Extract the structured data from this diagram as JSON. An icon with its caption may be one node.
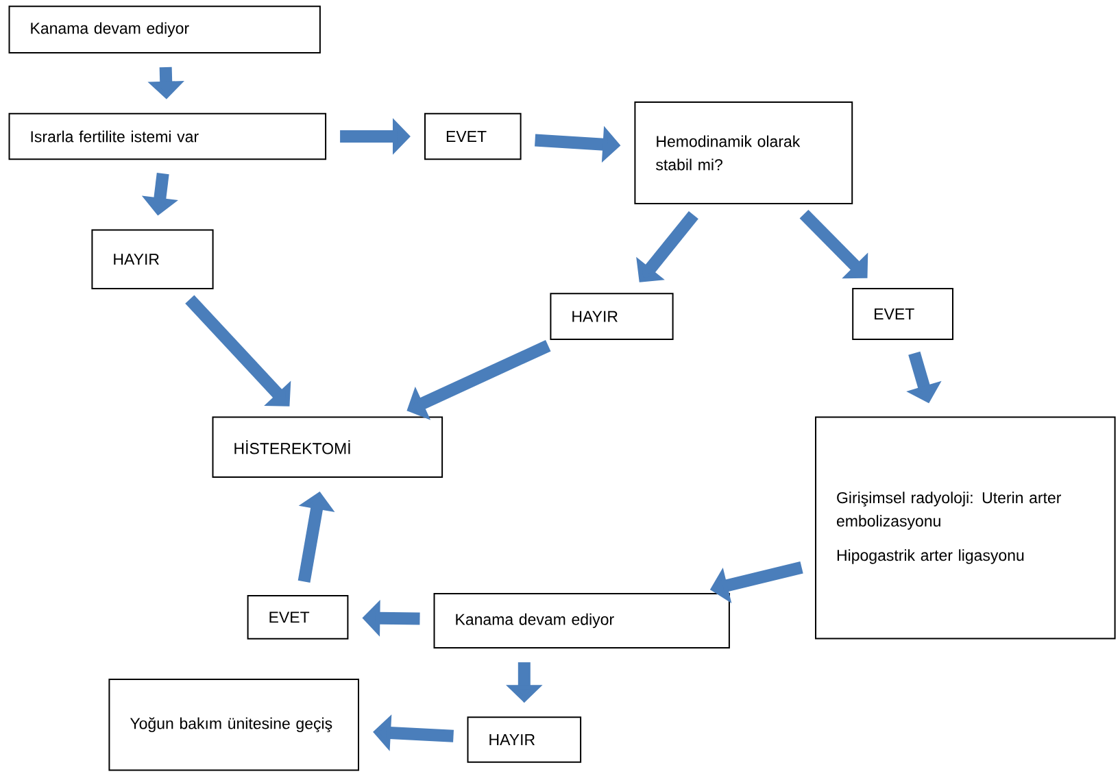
{
  "diagram": {
    "nodes": [
      {
        "text": [
          "Kanama devam ediyor"
        ]
      },
      {
        "text": [
          "Israrla fertilite istemi var"
        ]
      },
      {
        "text": [
          "EVET"
        ]
      },
      {
        "text": [
          "Hemodinamik olarak stabil mi?"
        ]
      },
      {
        "text": [
          "HAYIR"
        ]
      },
      {
        "text": [
          "HAYIR"
        ]
      },
      {
        "text": [
          "EVET"
        ]
      },
      {
        "text": [
          "HİSTEREKTOMİ"
        ]
      },
      {
        "text": [
          "Girişimsel radyoloji: Uterin arter embolizasyonu",
          "Hipogastrik arter ligasyonu"
        ]
      },
      {
        "text": [
          "EVET"
        ]
      },
      {
        "text": [
          "Kanama devam ediyor"
        ]
      },
      {
        "text": [
          "Yoğun bakım ünitesine geçiş"
        ]
      },
      {
        "text": [
          "HAYIR"
        ]
      }
    ],
    "edges": [
      {
        "from": 0,
        "to": 1,
        "arrow": "to"
      },
      {
        "from": 1,
        "to": 2,
        "arrow": "to"
      },
      {
        "from": 2,
        "to": 3,
        "arrow": "to"
      },
      {
        "from": 1,
        "to": 4,
        "arrow": "to"
      },
      {
        "from": 3,
        "to": 5,
        "arrow": "to"
      },
      {
        "from": 3,
        "to": 6,
        "arrow": "to"
      },
      {
        "from": 4,
        "to": 7,
        "arrow": "to"
      },
      {
        "from": 5,
        "to": 7,
        "arrow": "to"
      },
      {
        "from": 6,
        "to": 8,
        "arrow": "to"
      },
      {
        "from": 8,
        "to": 10,
        "arrow": "to"
      },
      {
        "from": 10,
        "to": 9,
        "arrow": "to"
      },
      {
        "from": 9,
        "to": 7,
        "arrow": "to"
      },
      {
        "from": 10,
        "to": 12,
        "arrow": "to"
      },
      {
        "from": 12,
        "to": 11,
        "arrow": "to"
      }
    ]
  }
}
